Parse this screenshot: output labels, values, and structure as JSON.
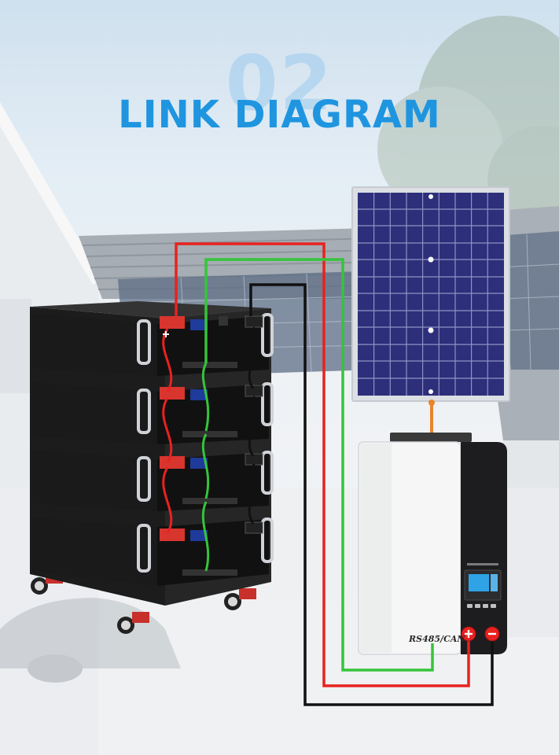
{
  "title": {
    "number": "02",
    "main": "LINK DIAGRAM"
  },
  "inverter": {
    "port_label": "RS485/CAN"
  },
  "colors": {
    "positive_wire": "#e8221f",
    "communication_wire": "#35c43a",
    "negative_wire": "#111111",
    "pv_wire": "#e8842b",
    "title_blue": "#1f95e0"
  },
  "components": {
    "battery_modules": 4,
    "solar_panel": "solar-panel",
    "inverter": "hybrid-inverter"
  },
  "icons": [
    "plus-icon",
    "minus-icon"
  ]
}
